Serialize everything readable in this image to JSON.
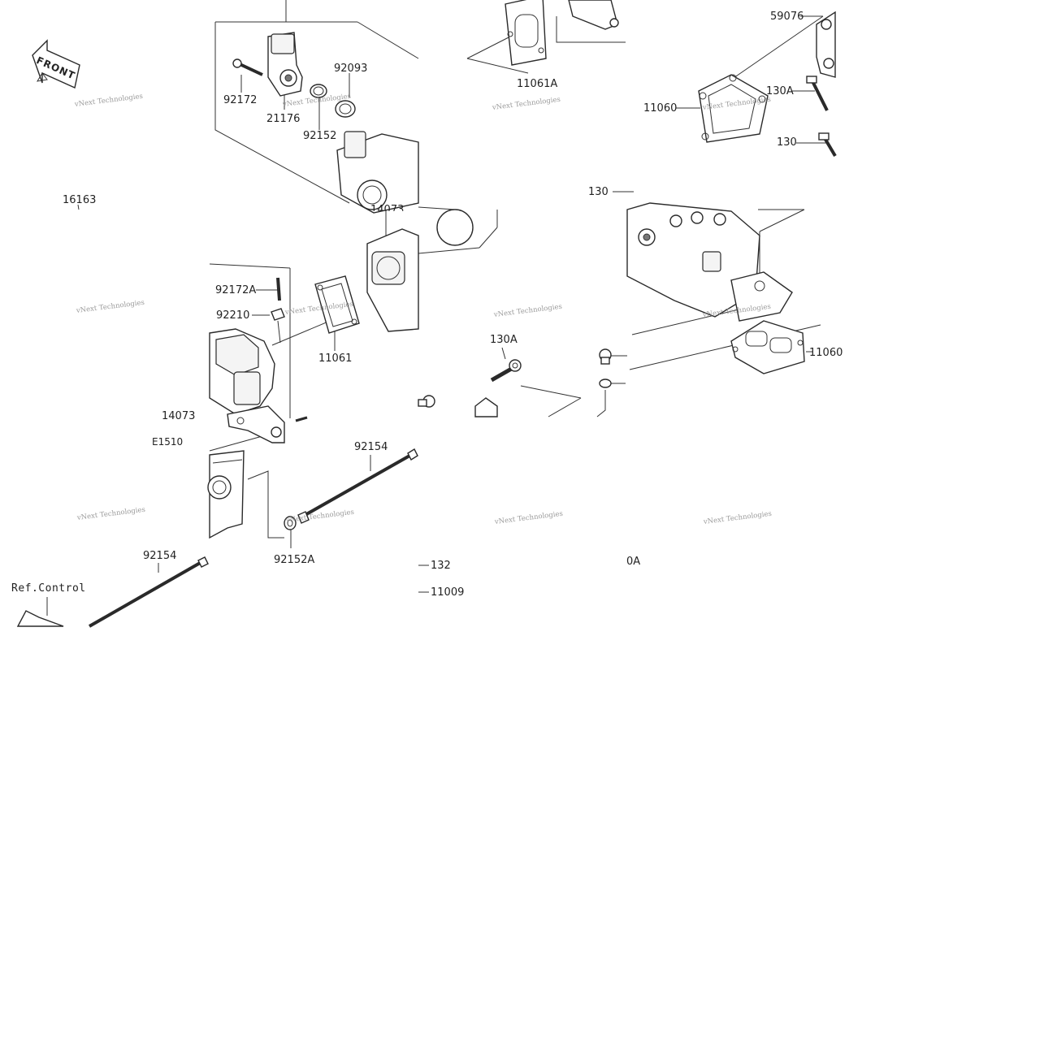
{
  "diagram": {
    "front_label": "FRONT",
    "ref_label": "Ref.Control",
    "watermark": "vNext Technologies",
    "callouts": [
      "59076",
      "92093",
      "92172",
      "21176",
      "92152",
      "11061A",
      "130A",
      "11060",
      "130",
      "16163",
      "14073",
      "130",
      "92172A",
      "92210",
      "11061",
      "130A",
      "11060",
      "14073",
      "E1510",
      "92154",
      "92152A",
      "92154",
      "132",
      "11009",
      "0A"
    ]
  }
}
